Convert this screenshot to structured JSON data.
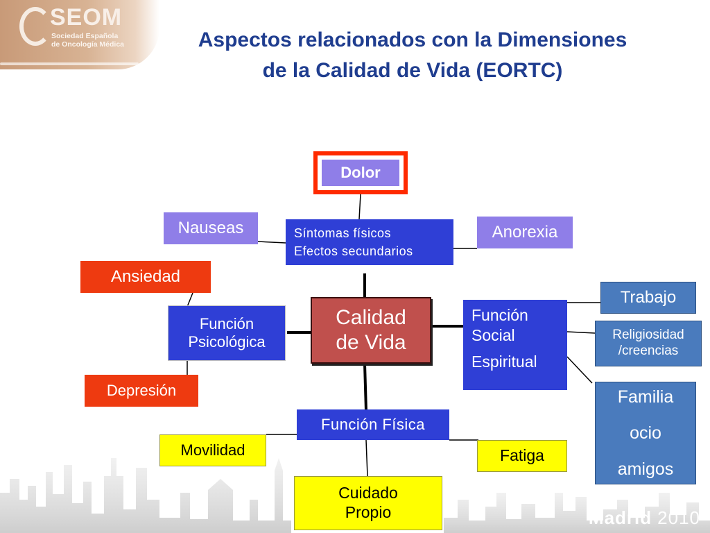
{
  "header": {
    "logo_name": "SEOM",
    "logo_subtitle_1": "Sociedad Española",
    "logo_subtitle_2": "de Oncología Médica",
    "title_line_1": "Aspectos relacionados con la Dimensiones",
    "title_line_2": "de la Calidad de Vida (EORTC)"
  },
  "diagram": {
    "center": {
      "line_1": "Calidad",
      "line_2": "de Vida"
    },
    "dimensions": {
      "symptoms": {
        "line_1": "Síntomas físicos",
        "line_2": "Efectos secundarios"
      },
      "social": {
        "line_1": "Función",
        "line_2": "Social",
        "line_3": "Espiritual"
      },
      "psychological": {
        "line_1": "Función",
        "line_2": "Psicológica"
      },
      "physical": {
        "label": "Función Física"
      }
    },
    "symptom_items": {
      "pain": "Dolor",
      "nausea": "Nauseas",
      "anorexia": "Anorexia"
    },
    "psychological_items": {
      "anxiety": "Ansiedad",
      "depression": "Depresión"
    },
    "social_items": {
      "work": "Trabajo",
      "religion_line_1": "Religiosidad",
      "religion_line_2": "/creencias",
      "family_line_1": "Familia",
      "family_line_2": "ocio",
      "family_line_3": "amigos"
    },
    "physical_items": {
      "mobility": "Movilidad",
      "fatigue": "Fatiga",
      "selfcare_line_1": "Cuidado",
      "selfcare_line_2": "Propio"
    }
  },
  "footer": {
    "city": "Madrid",
    "year": "2010"
  },
  "colors": {
    "dimension_blue": "#2f3fd6",
    "symptom_purple": "#8f7ee8",
    "psych_red": "#ee3a10",
    "center_red": "#c0504d",
    "physical_yellow": "#ffff00",
    "social_steel": "#4a7bbd",
    "title_blue": "#1f3d8f"
  }
}
